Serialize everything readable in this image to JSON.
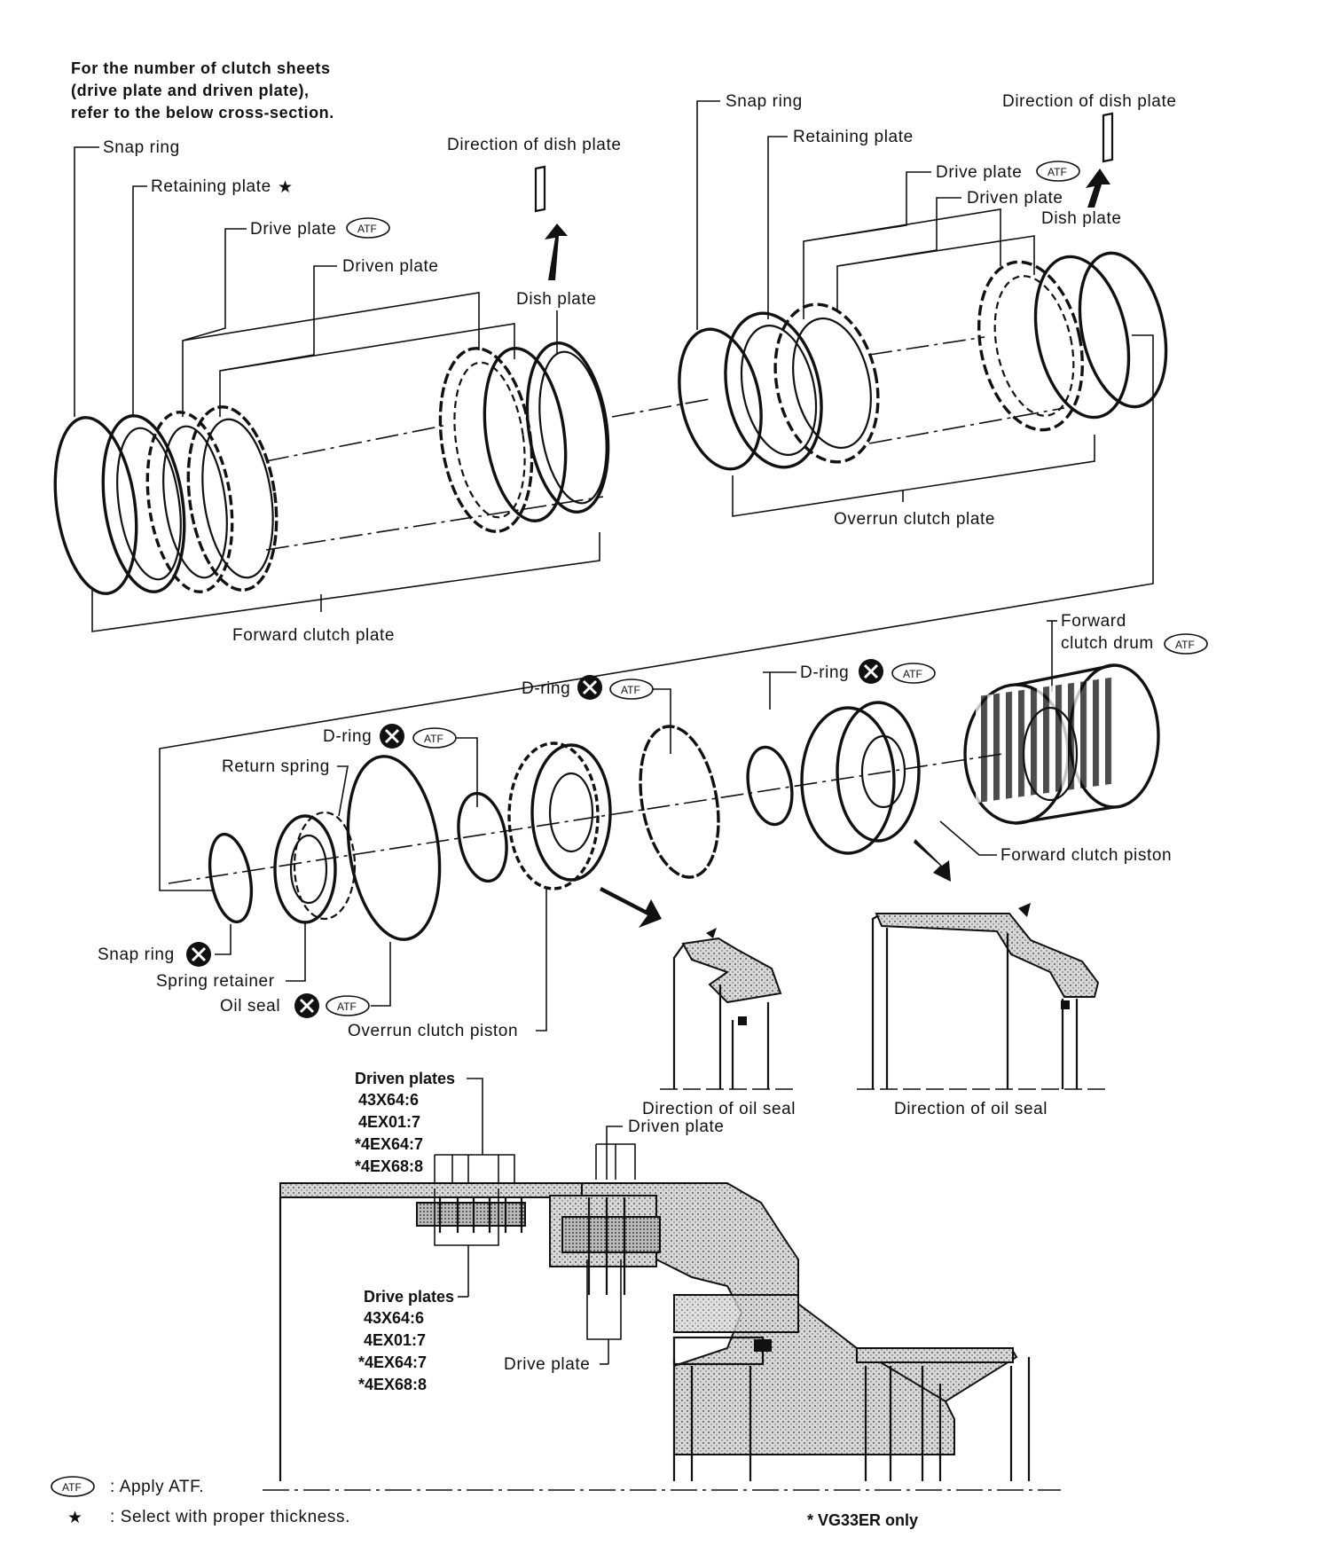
{
  "header_note": [
    "For the number of clutch sheets",
    "(drive plate and driven plate),",
    "refer to the below cross-section."
  ],
  "forward_group": {
    "snap_ring": "Snap ring",
    "retaining_plate": "Retaining plate",
    "drive_plate": "Drive plate",
    "driven_plate": "Driven plate",
    "direction_of_dish_plate": "Direction of dish plate",
    "dish_plate": "Dish plate",
    "forward_clutch_plate": "Forward clutch plate"
  },
  "overrun_group": {
    "snap_ring": "Snap ring",
    "retaining_plate": "Retaining plate",
    "drive_plate": "Drive plate",
    "driven_plate": "Driven plate",
    "dish_plate": "Dish plate",
    "direction_of_dish_plate": "Direction of dish plate",
    "overrun_clutch_plate": "Overrun clutch plate"
  },
  "middle": {
    "forward_clutch_drum": [
      "Forward",
      "clutch drum"
    ],
    "d_ring_1": "D-ring",
    "d_ring_2": "D-ring",
    "d_ring_3": "D-ring",
    "return_spring": "Return spring",
    "forward_clutch_piston": "Forward clutch piston",
    "snap_ring": "Snap ring",
    "spring_retainer": "Spring retainer",
    "oil_seal": "Oil seal",
    "overrun_clutch_piston": "Overrun clutch piston",
    "direction_of_oil_seal_1": "Direction of oil seal",
    "direction_of_oil_seal_2": "Direction of oil seal"
  },
  "cross_section": {
    "driven_plates_title": "Driven plates",
    "driven_plates_list": [
      "43X64:6",
      "4EX01:7",
      "*4EX64:7",
      "*4EX68:8"
    ],
    "driven_plate": "Driven plate",
    "drive_plates_title": "Drive plates",
    "drive_plates_list": [
      "43X64:6",
      "4EX01:7",
      "*4EX64:7",
      "*4EX68:8"
    ],
    "drive_plate": "Drive plate"
  },
  "badge": {
    "atf": "ATF"
  },
  "legend": {
    "atf_text": ": Apply ATF.",
    "star_symbol": "★",
    "star_text": ": Select with proper thickness.",
    "footnote": "* VG33ER only"
  }
}
